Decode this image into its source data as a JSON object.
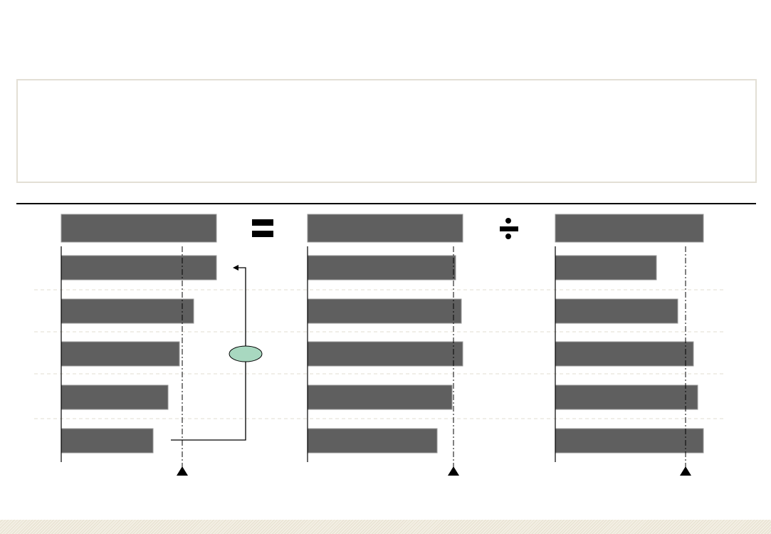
{
  "colors": {
    "bar": "#5f5f5f",
    "bar_border": "#9a9a9a",
    "ellipse": "#a8d8c0",
    "gridline": "#e0ddd0",
    "frame": "#e3dfd5"
  },
  "operators": [
    "equals-icon",
    "divide-icon"
  ],
  "chart_data": [
    {
      "type": "bar",
      "orientation": "horizontal",
      "header_value": 218,
      "values": [
        218,
        186,
        166,
        150,
        129
      ],
      "reference_line": 170,
      "reference_marker": "triangle"
    },
    {
      "type": "bar",
      "orientation": "horizontal",
      "header_value": 218,
      "values": [
        208,
        216,
        218,
        203,
        182
      ],
      "reference_line": 205,
      "reference_marker": "triangle"
    },
    {
      "type": "bar",
      "orientation": "horizontal",
      "header_value": 208,
      "values": [
        142,
        172,
        194,
        200,
        208
      ],
      "reference_line": 183,
      "reference_marker": "triangle"
    }
  ]
}
